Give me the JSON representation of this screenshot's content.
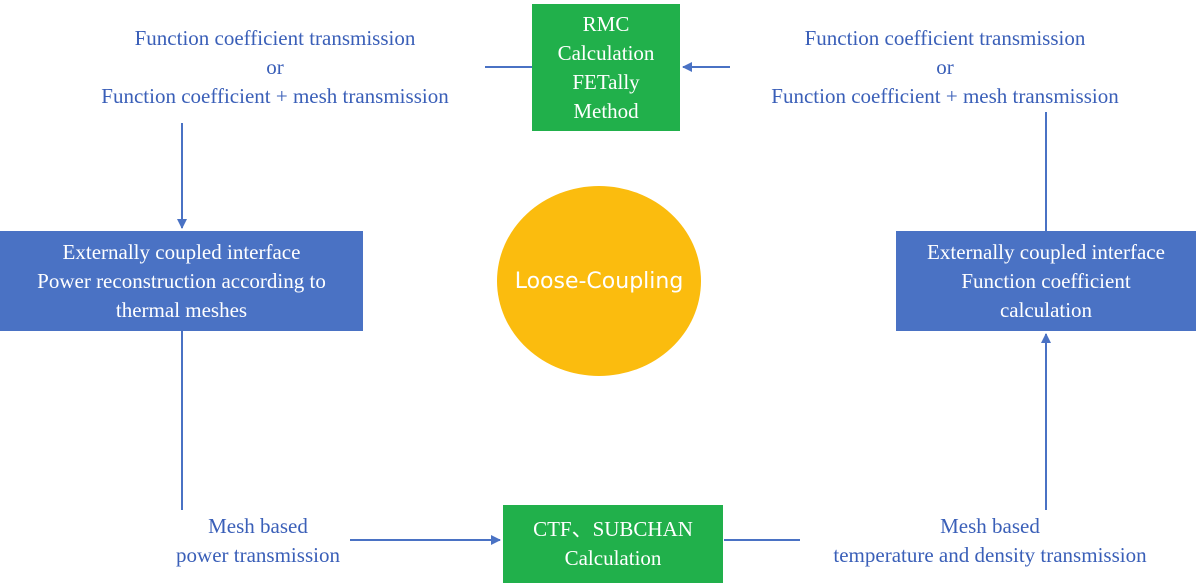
{
  "colors": {
    "green_box": "#21b04b",
    "blue_box": "#4a72c4",
    "circle": "#fbbc0e",
    "text_blue": "#3a5fb8",
    "arrow": "#4a72c4"
  },
  "center": {
    "label": "Loose-Coupling"
  },
  "top_box": {
    "lines": [
      "RMC",
      "Calculation",
      "FETally",
      "Method"
    ]
  },
  "bottom_box": {
    "lines": [
      "CTF、SUBCHAN",
      "Calculation"
    ]
  },
  "left_box": {
    "lines": [
      "Externally coupled interface",
      "Power reconstruction according to",
      "thermal meshes"
    ]
  },
  "right_box": {
    "lines": [
      "Externally coupled interface",
      "Function coefficient",
      "calculation"
    ]
  },
  "top_left_label": {
    "lines": [
      "Function coefficient transmission",
      "or",
      "Function coefficient + mesh transmission"
    ]
  },
  "top_right_label": {
    "lines": [
      "Function coefficient transmission",
      "or",
      "Function coefficient + mesh transmission"
    ]
  },
  "bottom_left_label": {
    "lines": [
      "Mesh based",
      "power transmission"
    ]
  },
  "bottom_right_label": {
    "lines": [
      "Mesh based",
      "temperature and density transmission"
    ]
  }
}
